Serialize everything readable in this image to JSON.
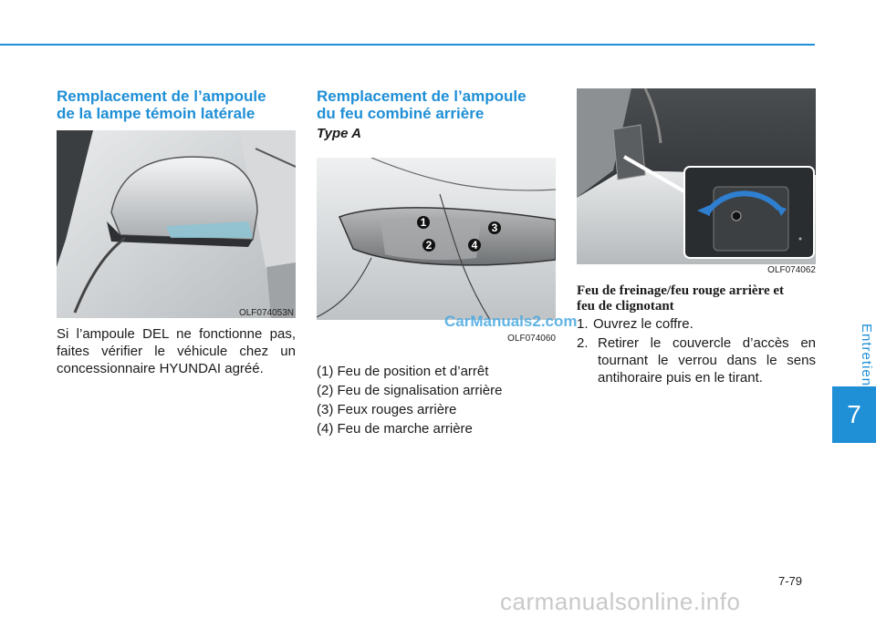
{
  "sidebar": {
    "section_label": "Entretien",
    "chapter_number": "7"
  },
  "col1": {
    "heading_line1": "Remplacement de l’ampoule",
    "heading_line2": "de la lampe témoin latérale",
    "figure_code": "OLF074053N",
    "body": "Si l’ampoule DEL ne fonctionne pas, faites vérifier le véhicule chez un concessionnaire HYUNDAI agréé."
  },
  "col2": {
    "heading_line1": "Remplacement de l’ampoule",
    "heading_line2": "du feu combiné arrière",
    "type_label": "Type A",
    "figure_code": "OLF074060",
    "callouts": [
      "1",
      "2",
      "3",
      "4"
    ],
    "items": [
      "(1) Feu de position et d’arrêt",
      "(2) Feu de signalisation arrière",
      "(3) Feux rouges arrière",
      "(4) Feu de marche arrière"
    ]
  },
  "col3": {
    "figure_code": "OLF074062",
    "subheading_line1": "Feu de freinage/feu rouge arrière et",
    "subheading_line2": "feu de clignotant",
    "steps": [
      {
        "num": "1.",
        "text": "Ouvrez le coffre."
      },
      {
        "num": "2.",
        "text": "Retirer le couvercle d’accès en tournant le verrou dans le sens antihoraire puis en le tirant."
      }
    ]
  },
  "page_number": "7-79",
  "watermark": "CarManuals2.com",
  "footer_watermark": "carmanualsonline.info"
}
